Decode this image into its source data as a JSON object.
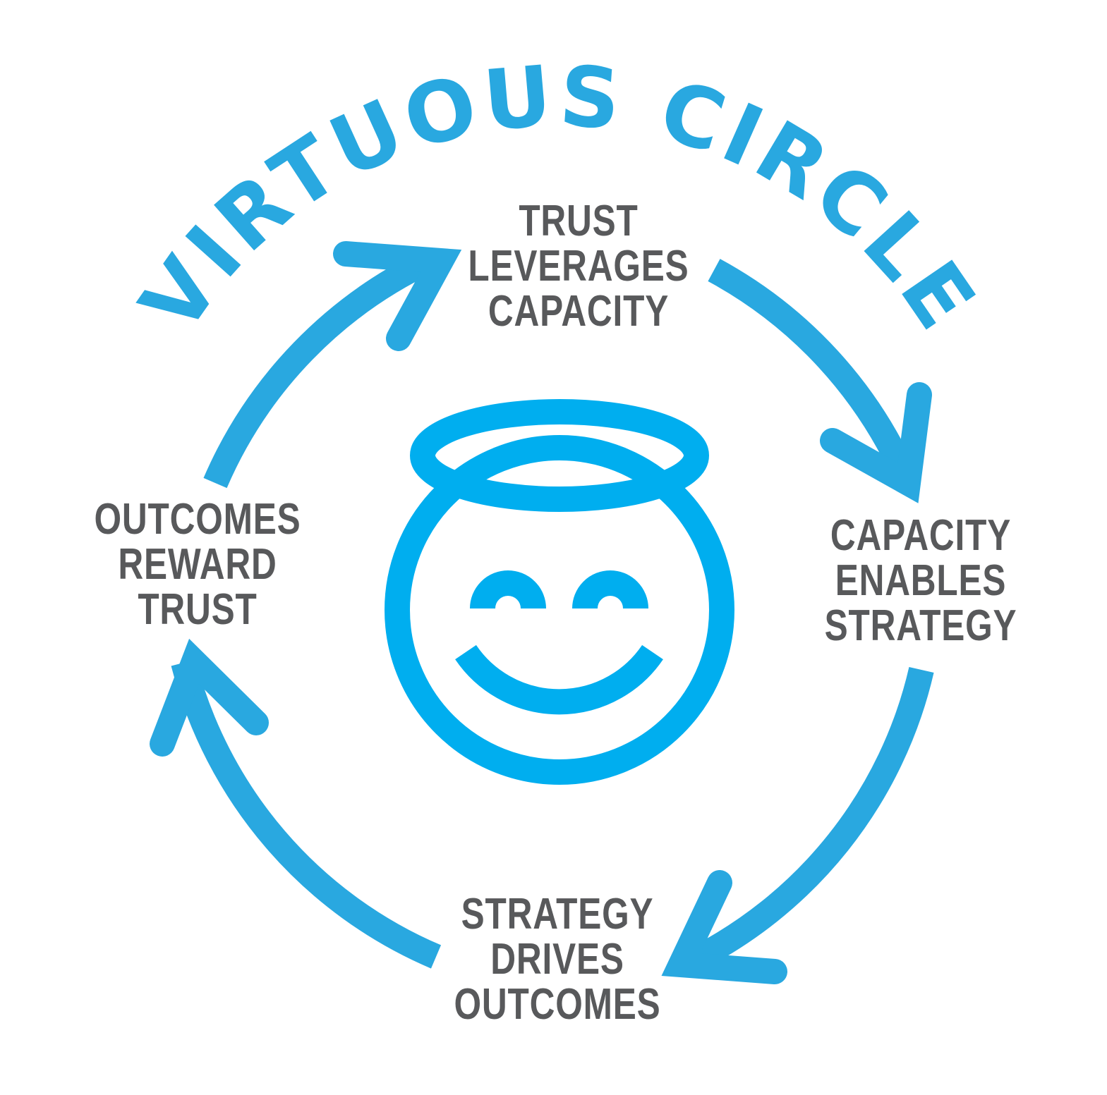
{
  "title": "VIRTUOUS CIRCLE",
  "colors": {
    "accent": "#29a8e0",
    "face": "#00aeef",
    "text": "#58595b",
    "background": "#ffffff"
  },
  "nodes": [
    {
      "lines": [
        "TRUST",
        "LEVERAGES",
        "CAPACITY"
      ]
    },
    {
      "lines": [
        "CAPACITY",
        "ENABLES",
        "STRATEGY"
      ]
    },
    {
      "lines": [
        "STRATEGY",
        "DRIVES",
        "OUTCOMES"
      ]
    },
    {
      "lines": [
        "OUTCOMES",
        "REWARD",
        "TRUST"
      ]
    }
  ],
  "center_icon": "angel-smiley-icon",
  "arrow_icon": "cycle-arrow-icon"
}
